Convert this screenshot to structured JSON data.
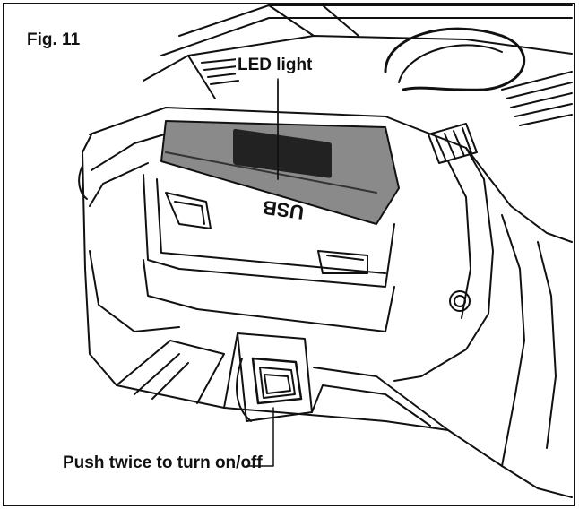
{
  "figure": {
    "number_label": "Fig. 11",
    "callouts": {
      "led_light": "LED light",
      "push_button": "Push twice to turn on/off"
    },
    "device_marking": "USB",
    "colors": {
      "line": "#111111",
      "led_bar": "#8a8a8a",
      "background": "#ffffff"
    }
  }
}
